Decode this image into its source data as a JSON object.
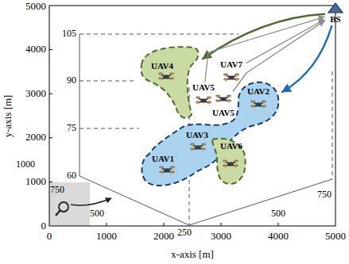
{
  "diagram": {
    "nodes": [
      {
        "text": [
          "BS"
        ]
      },
      {
        "text": [
          "UAV4"
        ]
      },
      {
        "text": [
          "UAV7"
        ]
      },
      {
        "text": [
          "UAV5"
        ]
      },
      {
        "text": [
          "UAV2",
          "UAV3",
          "UAV1"
        ]
      },
      {
        "text": [
          "UAV5"
        ]
      },
      {
        "text": [
          "UAV6"
        ]
      }
    ],
    "edges": [
      {
        "from": 0,
        "to": 1,
        "arrow": "to"
      },
      {
        "from": 0,
        "to": 4,
        "arrow": "to"
      },
      {
        "from": 2,
        "to": 0,
        "arrow": "to"
      },
      {
        "from": 3,
        "to": 0,
        "arrow": "to"
      },
      {
        "from": 5,
        "to": 0,
        "arrow": "to"
      }
    ],
    "labels": [
      "5000",
      "4000",
      "3000",
      "2000",
      "1000",
      "0",
      "0",
      "1000",
      "2000",
      "3000",
      "4000",
      "5000",
      "x-axis [m]",
      "y-axis [m]",
      "105",
      "90",
      "75",
      "60",
      "1000",
      "750",
      "500",
      "250",
      "500",
      "750"
    ]
  }
}
